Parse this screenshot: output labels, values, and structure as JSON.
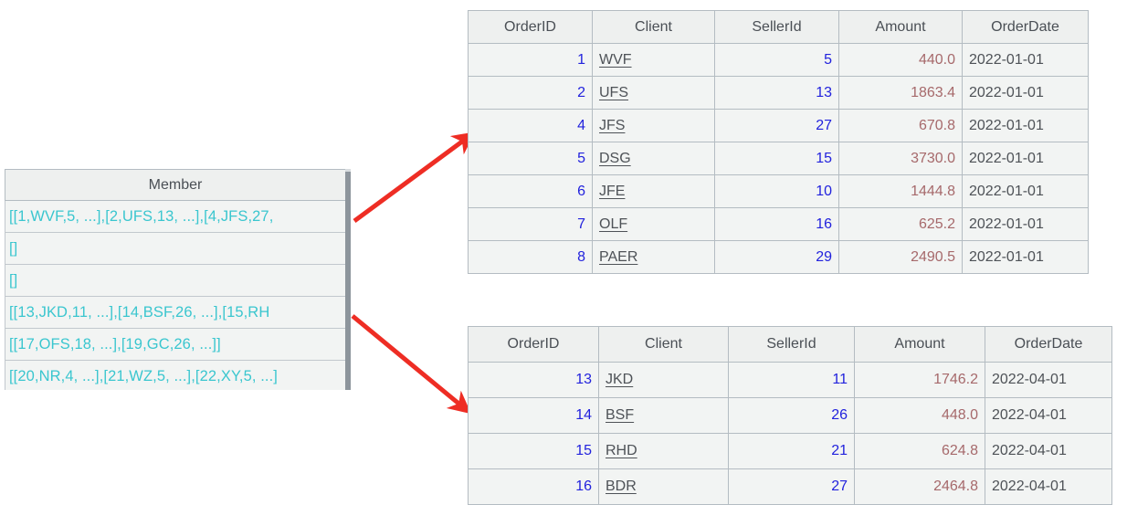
{
  "member_panel": {
    "header": "Member",
    "rows": [
      "[[1,WVF,5, ...],[2,UFS,13, ...],[4,JFS,27,",
      "[]",
      "[]",
      "[[13,JKD,11, ...],[14,BSF,26, ...],[15,RH",
      "[[17,OFS,18, ...],[19,GC,26, ...]]",
      "[[20,NR,4, ...],[21,WZ,5, ...],[22,XY,5, ...]"
    ]
  },
  "orders_table_1": {
    "columns": [
      "OrderID",
      "Client",
      "SellerId",
      "Amount",
      "OrderDate"
    ],
    "rows": [
      {
        "order_id": "1",
        "client": "WVF",
        "seller_id": "5",
        "amount": "440.0",
        "order_date": "2022-01-01"
      },
      {
        "order_id": "2",
        "client": "UFS",
        "seller_id": "13",
        "amount": "1863.4",
        "order_date": "2022-01-01"
      },
      {
        "order_id": "4",
        "client": "JFS",
        "seller_id": "27",
        "amount": "670.8",
        "order_date": "2022-01-01"
      },
      {
        "order_id": "5",
        "client": "DSG",
        "seller_id": "15",
        "amount": "3730.0",
        "order_date": "2022-01-01"
      },
      {
        "order_id": "6",
        "client": "JFE",
        "seller_id": "10",
        "amount": "1444.8",
        "order_date": "2022-01-01"
      },
      {
        "order_id": "7",
        "client": "OLF",
        "seller_id": "16",
        "amount": "625.2",
        "order_date": "2022-01-01"
      },
      {
        "order_id": "8",
        "client": "PAER",
        "seller_id": "29",
        "amount": "2490.5",
        "order_date": "2022-01-01"
      }
    ]
  },
  "orders_table_2": {
    "columns": [
      "OrderID",
      "Client",
      "SellerId",
      "Amount",
      "OrderDate"
    ],
    "rows": [
      {
        "order_id": "13",
        "client": "JKD",
        "seller_id": "11",
        "amount": "1746.2",
        "order_date": "2022-04-01"
      },
      {
        "order_id": "14",
        "client": "BSF",
        "seller_id": "26",
        "amount": "448.0",
        "order_date": "2022-04-01"
      },
      {
        "order_id": "15",
        "client": "RHD",
        "seller_id": "21",
        "amount": "624.8",
        "order_date": "2022-04-01"
      },
      {
        "order_id": "16",
        "client": "BDR",
        "seller_id": "27",
        "amount": "2464.8",
        "order_date": "2022-04-01"
      }
    ]
  },
  "annotations": {
    "arrow_up_label": "member-row-1-to-orders-table-1",
    "arrow_down_label": "member-row-4-to-orders-table-2",
    "arrow_color": "#ee2d24"
  },
  "colors": {
    "id_blue": "#2222dd",
    "amount_red": "#a6696b",
    "member_cyan": "#3ac6cf",
    "text_gray": "#4e5257",
    "cell_bg": "#f2f4f3",
    "header_bg": "#eef0ef",
    "border": "#b4bcc2"
  }
}
